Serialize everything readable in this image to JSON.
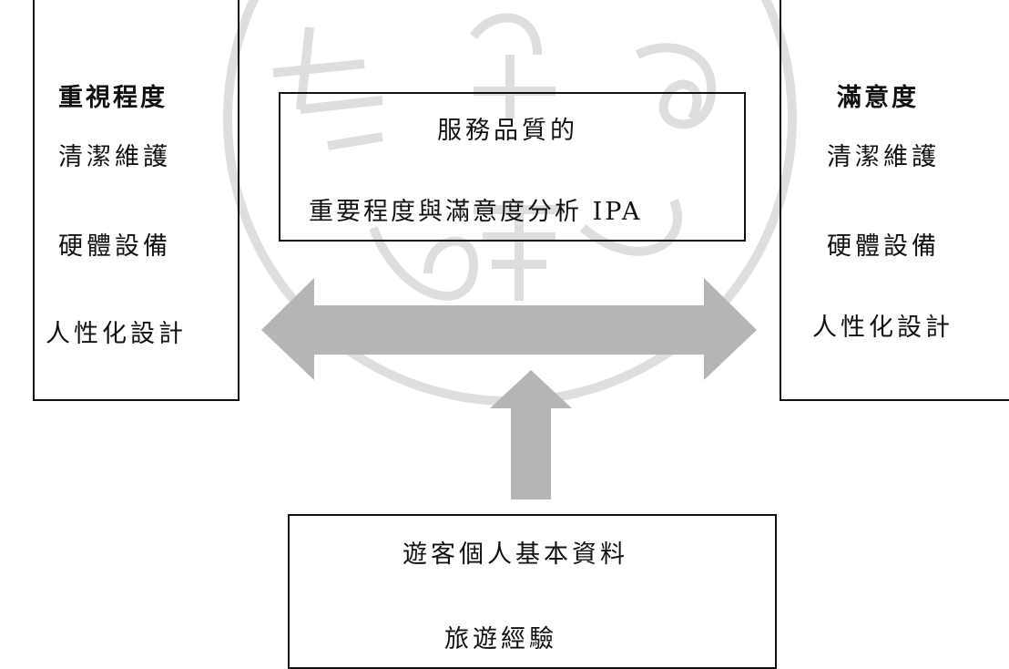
{
  "left_box": {
    "heading": "重視程度",
    "items": [
      "清潔維護",
      "硬體設備",
      "人性化設計"
    ]
  },
  "right_box": {
    "heading": "滿意度",
    "items": [
      "清潔維護",
      "硬體設備",
      "人性化設計"
    ]
  },
  "center_box": {
    "line1": "服務品質的",
    "line2": "重要程度與滿意度分析 IPA"
  },
  "bottom_box": {
    "line1": "遊客個人基本資料",
    "line2": "旅遊經驗"
  },
  "colors": {
    "arrow": "#b5b5b5",
    "border": "#111111",
    "watermark": "#c8c8c8"
  }
}
